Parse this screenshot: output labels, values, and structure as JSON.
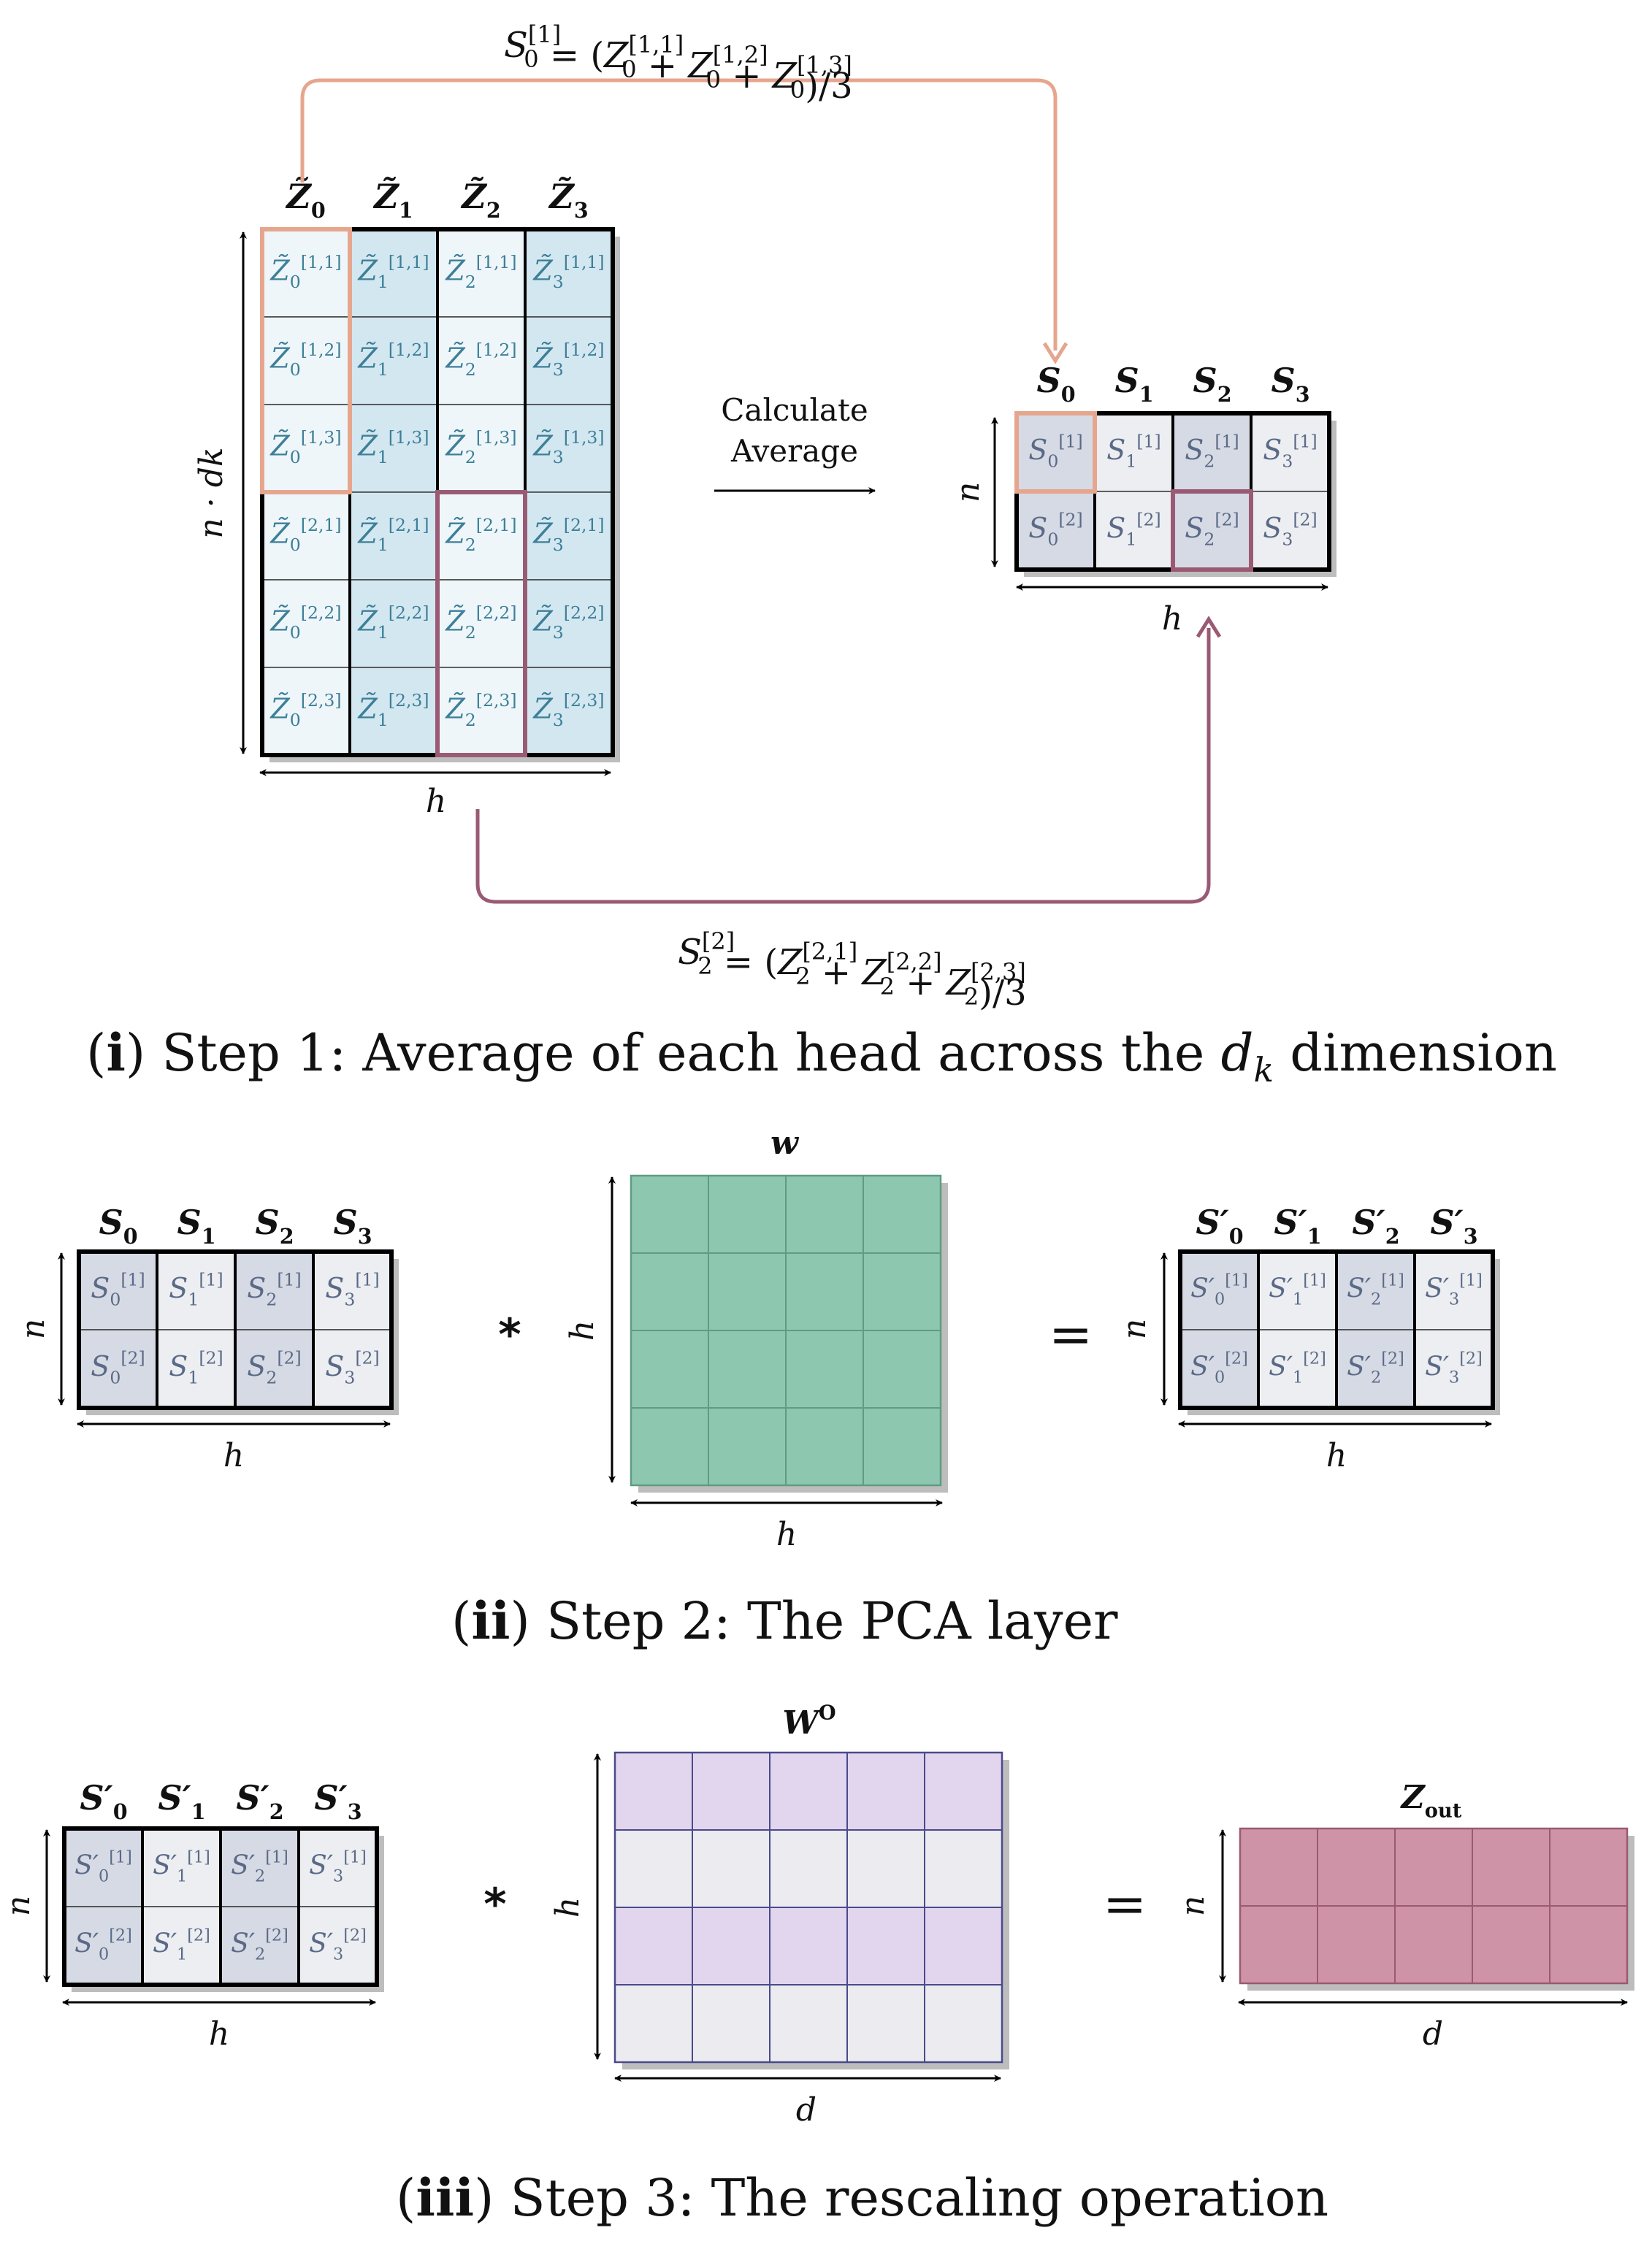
{
  "colors": {
    "z_light": "#eef6fa",
    "z_dark": "#d3e7f1",
    "z_text": "#3d7f97",
    "s_dark": "#d6dae5",
    "s_light": "#eceef2",
    "s_text": "#5a6a86",
    "w_green": "#8dc7b0",
    "w_green_line": "#5e9c84",
    "wo_purple": "#e2d6ef",
    "wo_gray": "#ebebf0",
    "wo_line": "#4a4a8a",
    "zout_fill": "#cf93a7",
    "zout_line": "#9a5a70",
    "orange": "#e6a68e",
    "maroon": "#9a5a74",
    "shadow": "#bdbdbd"
  },
  "step1": {
    "z_headers": [
      "Z̃0",
      "Z̃1",
      "Z̃2",
      "Z̃3"
    ],
    "z_cells": [
      [
        "Z̃0 [1,1]",
        "Z̃1 [1,1]",
        "Z̃2 [1,1]",
        "Z̃3 [1,1]"
      ],
      [
        "Z̃0 [1,2]",
        "Z̃1 [1,2]",
        "Z̃2 [1,2]",
        "Z̃3 [1,2]"
      ],
      [
        "Z̃0 [1,3]",
        "Z̃1 [1,3]",
        "Z̃2 [1,3]",
        "Z̃3 [1,3]"
      ],
      [
        "Z̃0 [2,1]",
        "Z̃1 [2,1]",
        "Z̃2 [2,1]",
        "Z̃3 [2,1]"
      ],
      [
        "Z̃0 [2,2]",
        "Z̃1 [2,2]",
        "Z̃2 [2,2]",
        "Z̃3 [2,2]"
      ],
      [
        "Z̃0 [2,3]",
        "Z̃1 [2,3]",
        "Z̃2 [2,3]",
        "Z̃3 [2,3]"
      ]
    ],
    "z_height_label": "n · dk",
    "z_width_label": "h",
    "op_label_line1": "Calculate",
    "op_label_line2": "Average",
    "s_headers": [
      "S0",
      "S1",
      "S2",
      "S3"
    ],
    "s_cells": [
      [
        "S0 [1]",
        "S1 [1]",
        "S2 [1]",
        "S3 [1]"
      ],
      [
        "S0 [2]",
        "S1 [2]",
        "S2 [2]",
        "S3 [2]"
      ]
    ],
    "s_height_label": "n",
    "s_width_label": "h",
    "formula_top": "S0[1] = (Z0[1,1] + Z0[1,2] + Z0[1,3])/3",
    "formula_bottom": "S2[2] = (Z2[2,1] + Z2[2,2] + Z2[2,3])/3",
    "caption_num": "i",
    "caption_text": "Step 1: Average of each head across the",
    "caption_symbol": "d",
    "caption_symbol_sub": "k",
    "caption_tail": "dimension"
  },
  "step2": {
    "s_headers": [
      "S0",
      "S1",
      "S2",
      "S3"
    ],
    "s_cells": [
      [
        "S0 [1]",
        "S1 [1]",
        "S2 [1]",
        "S3 [1]"
      ],
      [
        "S0 [2]",
        "S1 [2]",
        "S2 [2]",
        "S3 [2]"
      ]
    ],
    "s_height_label": "n",
    "s_width_label": "h",
    "multiply_symbol": "*",
    "w_label": "w",
    "w_height_label": "h",
    "w_width_label": "h",
    "equals_symbol": "=",
    "sp_headers": [
      "S′0",
      "S′1",
      "S′2",
      "S′3"
    ],
    "sp_cells": [
      [
        "S′0 [1]",
        "S′1 [1]",
        "S′2 [1]",
        "S′3 [1]"
      ],
      [
        "S′0 [2]",
        "S′1 [2]",
        "S′2 [2]",
        "S′3 [2]"
      ]
    ],
    "sp_height_label": "n",
    "sp_width_label": "h",
    "caption_num": "ii",
    "caption_text": "Step 2: The PCA layer"
  },
  "step3": {
    "sp_headers": [
      "S′0",
      "S′1",
      "S′2",
      "S′3"
    ],
    "sp_cells": [
      [
        "S′0 [1]",
        "S′1 [1]",
        "S′2 [1]",
        "S′3 [1]"
      ],
      [
        "S′0 [2]",
        "S′1 [2]",
        "S′2 [2]",
        "S′3 [2]"
      ]
    ],
    "sp_height_label": "n",
    "sp_width_label": "h",
    "multiply_symbol": "*",
    "wo_label": "WO",
    "wo_height_label": "h",
    "wo_width_label": "d",
    "equals_symbol": "=",
    "zout_label": "Zout",
    "zout_height_label": "n",
    "zout_width_label": "d",
    "caption_num": "iii",
    "caption_text": "Step 3: The rescaling operation"
  }
}
